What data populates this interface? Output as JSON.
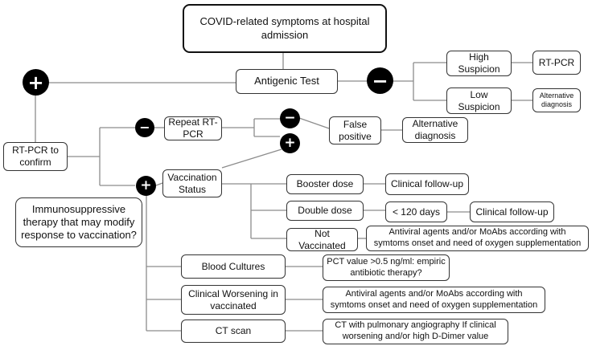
{
  "colors": {
    "line": "#8c8c8c",
    "border": "#333333",
    "sign_fill": "#000000",
    "sign_text": "#ffffff"
  },
  "nodes": {
    "title": "COVID-related symptoms at hospital admission",
    "antigenic_test": "Antigenic Test",
    "high_suspicion": "High Suspicion",
    "low_suspicion": "Low Suspicion",
    "rtpcr_high": "RT-PCR",
    "alt_diag_low": "Alternative diagnosis",
    "rtpcr_confirm": "RT-PCR to confirm",
    "repeat_rtpcr": "Repeat RT-PCR",
    "false_positive": "False positive",
    "alt_diag_fp": "Alternative diagnosis",
    "vaccination_status": "Vaccination Status",
    "booster_dose": "Booster dose",
    "double_dose": "Double dose",
    "not_vaccinated": "Not Vaccinated",
    "under_120": "< 120 days",
    "followup_booster": "Clinical follow-up",
    "followup_double": "Clinical follow-up",
    "antiviral_unvacc": "Antiviral agents and/or MoAbs according with symtoms onset and need of oxygen supplementation",
    "immunosuppressive": "Immunosuppressive therapy that may modify response to vaccination?",
    "blood_cultures": "Blood Cultures",
    "pct": "PCT value >0.5 ng/ml: empiric antibiotic therapy?",
    "clinical_worsening": "Clinical Worsening in vaccinated",
    "antiviral_worse": "Antiviral agents and/or MoAbs according with symtoms onset and need of oxygen supplementation",
    "ct_scan": "CT scan",
    "ct_angio": "CT with pulmonary angiography If clinical worsening and/or high D-Dimer value"
  },
  "signs": {
    "positive_main": "+",
    "negative_main": "−",
    "negative_confirm": "−",
    "positive_confirm": "+",
    "negative_repeat": "−",
    "positive_repeat": "+"
  },
  "icons": {
    "positive": "plus-icon",
    "negative": "minus-icon"
  }
}
